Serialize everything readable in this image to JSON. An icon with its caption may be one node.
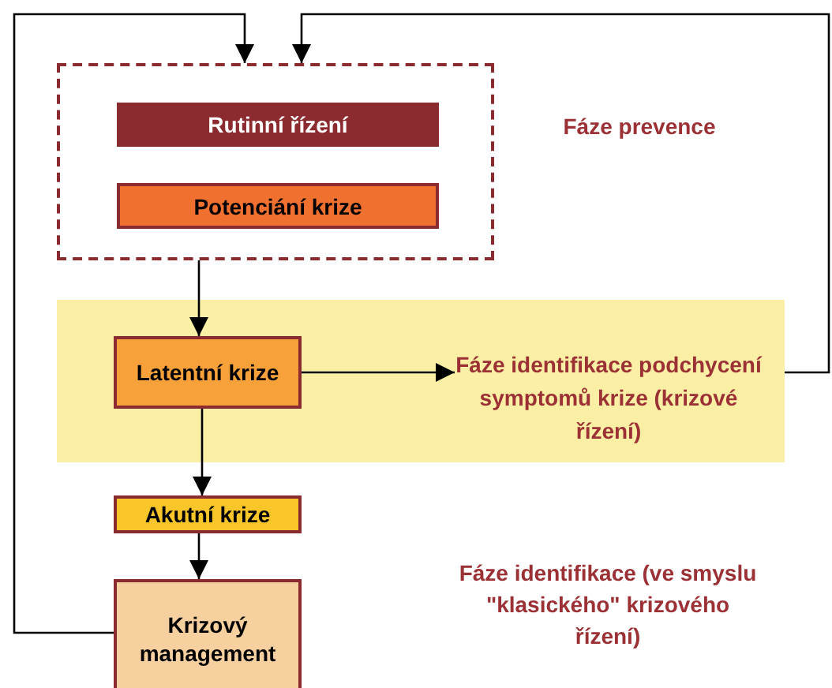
{
  "diagram": {
    "nodes": [
      {
        "text": [],
        "shape": "box"
      },
      {
        "text": [
          "Rutinní řízení"
        ],
        "in": 0
      },
      {
        "text": [
          "Potenciání krize"
        ],
        "in": 0
      },
      {
        "text": [],
        "shape": "band"
      },
      {
        "text": [
          "Latentní krize"
        ],
        "in": 3
      },
      {
        "text": [
          "Fáze identifikace podchycení symptomů krize (krizové řízení)"
        ],
        "in": 3
      },
      {
        "text": [
          "Akutní krize"
        ]
      },
      {
        "text": [
          "Krizový management"
        ]
      }
    ],
    "edges": [
      {
        "from": 7,
        "to": 0,
        "arrow": "to"
      },
      {
        "from": 3,
        "to": 0,
        "arrow": "to"
      },
      {
        "from": 0,
        "to": 4,
        "arrow": "to"
      },
      {
        "from": 4,
        "to": 5,
        "arrow": "to"
      },
      {
        "from": 4,
        "to": 6,
        "arrow": "to"
      },
      {
        "from": 6,
        "to": 7,
        "arrow": "to"
      }
    ],
    "labels": [
      "Fáze prevence",
      "Fáze identifikace (ve smyslu \"klasického\" krizového řízení)"
    ]
  }
}
